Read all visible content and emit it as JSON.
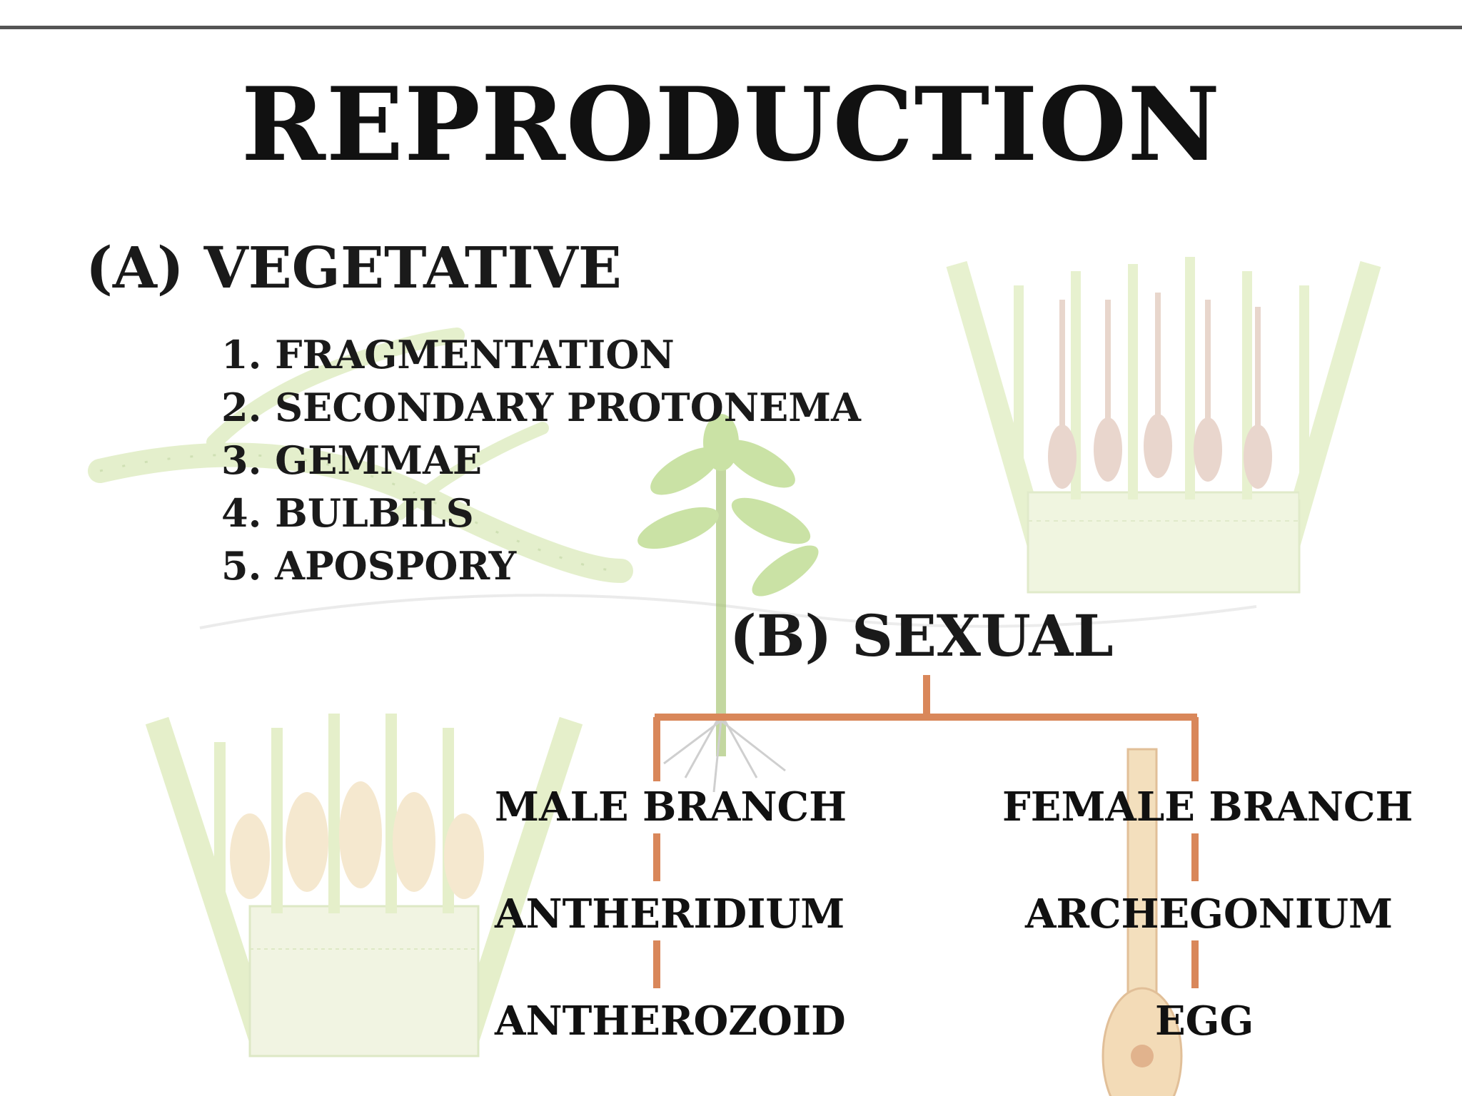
{
  "title": "REPRODUCTION",
  "vegetative": {
    "heading": "(A) VEGETATIVE",
    "items": [
      "1. FRAGMENTATION",
      "2. SECONDARY PROTONEMA",
      "3. GEMMAE",
      "4. BULBILS",
      "5. APOSPORY"
    ]
  },
  "sexual": {
    "heading": "(B) SEXUAL",
    "male": [
      "MALE BRANCH",
      "ANTHERIDIUM",
      "ANTHEROZOID"
    ],
    "female": [
      "FEMALE BRANCH",
      "ARCHEGONIUM",
      "EGG"
    ]
  },
  "colors": {
    "connector": "#d9875a",
    "illustration_green": "#cfe3a4",
    "illustration_tan": "#e8c9a0",
    "text": "#111111"
  }
}
